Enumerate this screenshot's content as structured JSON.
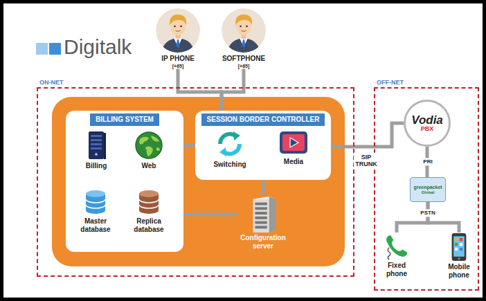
{
  "diagram": {
    "title": "Digitalk",
    "nodes": [
      {
        "text": [
          "ON-NET"
        ]
      },
      {
        "text": [
          "BILLING SYSTEM"
        ],
        "in": 0
      },
      {
        "text": [
          "Billing"
        ],
        "in": 1
      },
      {
        "text": [
          "Web"
        ],
        "in": 1
      },
      {
        "text": [
          "Master database"
        ],
        "in": 1
      },
      {
        "text": [
          "Replica database"
        ],
        "in": 1
      },
      {
        "text": [
          "SESSION BORDER CONTROLLER"
        ],
        "in": 0
      },
      {
        "text": [
          "Switching"
        ],
        "in": 6
      },
      {
        "text": [
          "Media"
        ],
        "in": 6
      },
      {
        "text": [
          "Configuration server"
        ],
        "in": 0
      },
      {
        "text": [
          "IP PHONE",
          "[+65]"
        ]
      },
      {
        "text": [
          "SOFTPHONE",
          "[+65]"
        ]
      },
      {
        "text": [
          "OFF-NET"
        ]
      },
      {
        "text": [
          "Vodia",
          "PBX"
        ],
        "in": 12
      },
      {
        "text": [
          "greenpacket",
          "Global"
        ],
        "in": 12
      },
      {
        "text": [
          "Fixed phone"
        ],
        "in": 12
      },
      {
        "text": [
          "Mobile phone"
        ],
        "in": 12
      }
    ],
    "edges": [
      {
        "from": 10,
        "to": 6,
        "arrow": "none"
      },
      {
        "from": 11,
        "to": 6,
        "arrow": "none"
      },
      {
        "from": 1,
        "to": 6,
        "arrow": "none"
      },
      {
        "from": 6,
        "to": 9,
        "arrow": "none"
      },
      {
        "from": 1,
        "to": 9,
        "arrow": "none"
      },
      {
        "from": 6,
        "to": 13,
        "label": "SIP TRUNK",
        "arrow": "none"
      },
      {
        "from": 13,
        "to": 14,
        "label": "PRI",
        "arrow": "none"
      },
      {
        "from": 14,
        "to": 15,
        "label": "PSTN",
        "arrow": "none"
      },
      {
        "from": 14,
        "to": 16,
        "arrow": "none"
      }
    ]
  }
}
